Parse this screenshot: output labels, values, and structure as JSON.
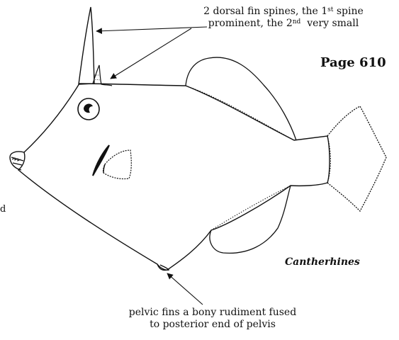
{
  "labels": {
    "dorsal_line1_pre": "2 dorsal fin spines, the 1",
    "dorsal_line1_sup": "st",
    "dorsal_line1_post": " spine",
    "dorsal_line2_pre": "prominent, the 2",
    "dorsal_line2_sup": "nd",
    "dorsal_line2_post": "  very small",
    "page": "Page 610",
    "genus": "Cantherhines",
    "pelvic_line1": "pelvic fins a bony rudiment fused",
    "pelvic_line2": "to posterior end of pelvis",
    "stray_letter": "d"
  }
}
